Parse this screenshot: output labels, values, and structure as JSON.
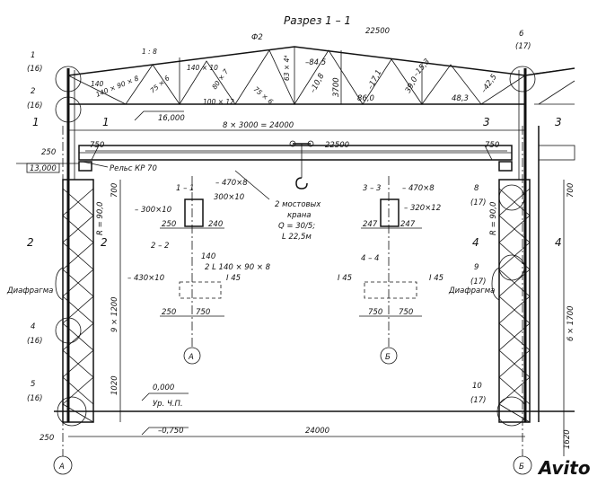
{
  "title": "Разрез 1 – 1",
  "top_span": "22500",
  "slope": "1 : 8",
  "phi": "Ф2",
  "callouts": [
    {
      "num": "1",
      "ref": "(16)"
    },
    {
      "num": "2",
      "ref": "(16)"
    },
    {
      "num": "4",
      "ref": "(16)"
    },
    {
      "num": "5",
      "ref": "(16)"
    },
    {
      "num": "6",
      "ref": "(17)"
    },
    {
      "num": "8",
      "ref": "(17)"
    },
    {
      "num": "9",
      "ref": "(17)"
    },
    {
      "num": "10",
      "ref": "(17)"
    }
  ],
  "truss": {
    "member_labels": [
      "140",
      "140 × 90 × 8",
      "75 × 6",
      "140 × 10",
      "80 × 7",
      "100 × 12",
      "75 × 6",
      "63 × 4⁴"
    ],
    "forces": [
      "–84,5",
      "–10,8",
      "–17,1",
      "–15,3",
      "–42,5",
      "86,0",
      "39,0",
      "48,3"
    ],
    "height": "3700"
  },
  "elevations": {
    "truss_bottom": "16,000",
    "rail": "13,000",
    "floor": "0,000",
    "floor_label": "Ур. Ч.П.",
    "footing": "–0,750"
  },
  "dims": {
    "bay": "8 × 3000 = 24000",
    "crane_span": "22500",
    "offset_left": "750",
    "offset_right": "750",
    "left_250": "250",
    "bottom_250": "250",
    "span": "24000",
    "left_700": "700",
    "right_700": "700",
    "left_9x1200": "9 × 1200",
    "right_6x1700": "6 × 1700",
    "left_1020": "1020",
    "right_1620": "1620",
    "radius_left": "R = 90,0",
    "radius_right": "R = 90,0"
  },
  "rail_label": "Рельс КР 70",
  "diaphragm_left": "Диафрагма",
  "diaphragm_right": "Диафрагма",
  "crane": {
    "line1": "2 мостовых",
    "line2": "крана",
    "line3": "Q = 30/5;",
    "line4": "L 22,5м"
  },
  "cut_marks": {
    "s1": "1",
    "s2": "2",
    "s3": "3",
    "s4": "4"
  },
  "sections": {
    "s11": {
      "title": "1 – 1",
      "top": "– 470×8",
      "mid_l": "– 300×10",
      "mid_r": "300×10",
      "dim_l": "250",
      "dim_r": "240"
    },
    "s22": {
      "title": "2 – 2",
      "top": "140",
      "angle": "2 L 140 × 90 × 8",
      "left": "– 430×10",
      "right": "I 45",
      "dim_l": "250",
      "dim_r": "750"
    },
    "s33": {
      "title": "3 – 3",
      "top": "– 470×8",
      "right": "– 320×12",
      "dim_l": "247",
      "dim_r": "247"
    },
    "s44": {
      "title": "4 – 4",
      "left": "I 45",
      "right": "I 45",
      "dim_l": "750",
      "dim_r": "750"
    }
  },
  "axes": {
    "a": "А",
    "b": "Б"
  },
  "watermark": "Avito"
}
